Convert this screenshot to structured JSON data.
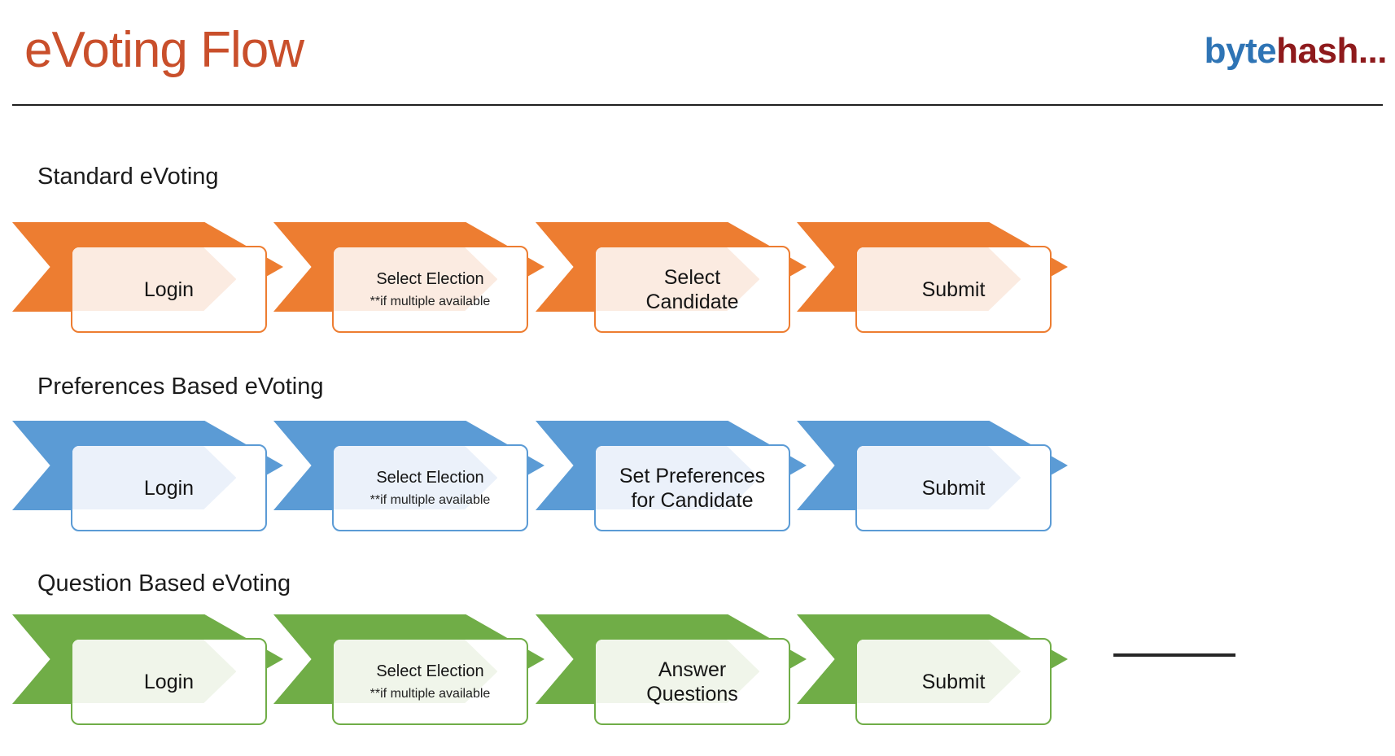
{
  "header": {
    "title": "eVoting Flow",
    "title_color": "#C94F2B",
    "logo": {
      "part1": "byte",
      "part2": "hash...",
      "part1_color": "#2E74B5",
      "part2_color": "#8E1A1C"
    }
  },
  "flows": [
    {
      "heading": "Standard eVoting",
      "theme": "orange",
      "steps": [
        {
          "lines": [
            "Login"
          ]
        },
        {
          "lines": [
            "Select Election"
          ],
          "note": "**if multiple available"
        },
        {
          "lines": [
            "Select",
            "Candidate"
          ]
        },
        {
          "lines": [
            "Submit"
          ]
        }
      ]
    },
    {
      "heading": "Preferences Based eVoting",
      "theme": "blue",
      "steps": [
        {
          "lines": [
            "Login"
          ]
        },
        {
          "lines": [
            "Select Election"
          ],
          "note": "**if multiple available"
        },
        {
          "lines": [
            "Set Preferences",
            "for Candidate"
          ]
        },
        {
          "lines": [
            "Submit"
          ]
        }
      ]
    },
    {
      "heading": "Question Based eVoting",
      "theme": "green",
      "steps": [
        {
          "lines": [
            "Login"
          ]
        },
        {
          "lines": [
            "Select Election"
          ],
          "note": "**if multiple available"
        },
        {
          "lines": [
            "Answer",
            "Questions"
          ]
        },
        {
          "lines": [
            "Submit"
          ]
        }
      ]
    }
  ],
  "themes": {
    "orange": {
      "accent": "#ED7D31",
      "tint": "#FBEBE1"
    },
    "blue": {
      "accent": "#5B9BD5",
      "tint": "#EBF1FA"
    },
    "green": {
      "accent": "#70AD47",
      "tint": "#F0F5EA"
    }
  },
  "rule_color": "#1F1F1F",
  "divider": {
    "color": "#262626"
  }
}
